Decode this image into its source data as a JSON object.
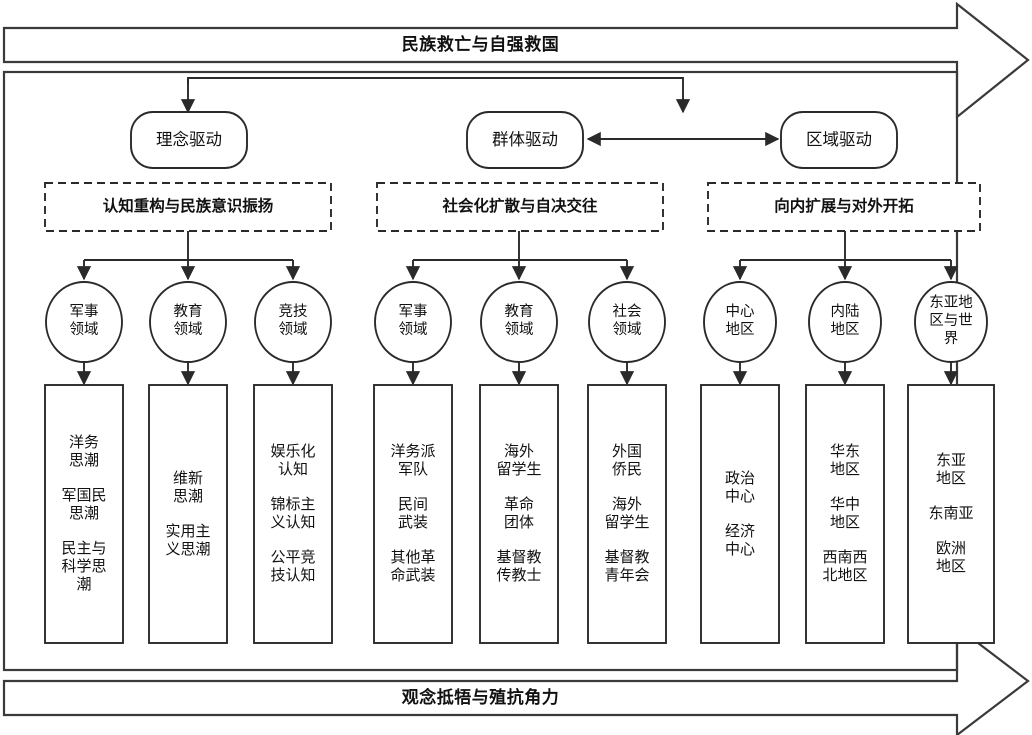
{
  "meta": {
    "title": "民族救亡与自强救国 框架图",
    "stroke_color": "#3a3a3a",
    "fill_color": "#ffffff",
    "text_color": "#111111"
  },
  "banners": {
    "top": "民族救亡与自强救国",
    "bottom": "观念抵牾与殖抗角力"
  },
  "drivers": [
    {
      "id": "idea",
      "label": "理念驱动"
    },
    {
      "id": "group",
      "label": "群体驱动"
    },
    {
      "id": "region",
      "label": "区域驱动"
    }
  ],
  "phases": [
    {
      "id": "phase-idea",
      "label": "认知重构与民族意识振扬"
    },
    {
      "id": "phase-group",
      "label": "社会化扩散与自决交往"
    },
    {
      "id": "phase-region",
      "label": "向内扩展与对外开拓"
    }
  ],
  "domains": [
    {
      "id": "d1",
      "label": "军事\n领域"
    },
    {
      "id": "d2",
      "label": "教育\n领域"
    },
    {
      "id": "d3",
      "label": "竞技\n领域"
    },
    {
      "id": "d4",
      "label": "军事\n领域"
    },
    {
      "id": "d5",
      "label": "教育\n领域"
    },
    {
      "id": "d6",
      "label": "社会\n领域"
    },
    {
      "id": "d7",
      "label": "中心\n地区"
    },
    {
      "id": "d8",
      "label": "内陆\n地区"
    },
    {
      "id": "d9",
      "label": "东亚地\n区与世\n界"
    }
  ],
  "columns": [
    {
      "id": "c1",
      "items": [
        "洋务\n思潮",
        "军国民\n思潮",
        "民主与\n科学思\n潮"
      ]
    },
    {
      "id": "c2",
      "items": [
        "维新\n思潮",
        "实用主\n义思潮"
      ]
    },
    {
      "id": "c3",
      "items": [
        "娱乐化\n认知",
        "锦标主\n义认知",
        "公平竞\n技认知"
      ]
    },
    {
      "id": "c4",
      "items": [
        "洋务派\n军队",
        "民间\n武装",
        "其他革\n命武装"
      ]
    },
    {
      "id": "c5",
      "items": [
        "海外\n留学生",
        "革命\n团体",
        "基督教\n传教士"
      ]
    },
    {
      "id": "c6",
      "items": [
        "外国\n侨民",
        "海外\n留学生",
        "基督教\n青年会"
      ]
    },
    {
      "id": "c7",
      "items": [
        "政治\n中心",
        "经济\n中心"
      ]
    },
    {
      "id": "c8",
      "items": [
        "华东\n地区",
        "华中\n地区",
        "西南西\n北地区"
      ]
    },
    {
      "id": "c9",
      "items": [
        "东亚\n地区",
        "东南亚",
        "欧洲\n地区"
      ]
    }
  ]
}
